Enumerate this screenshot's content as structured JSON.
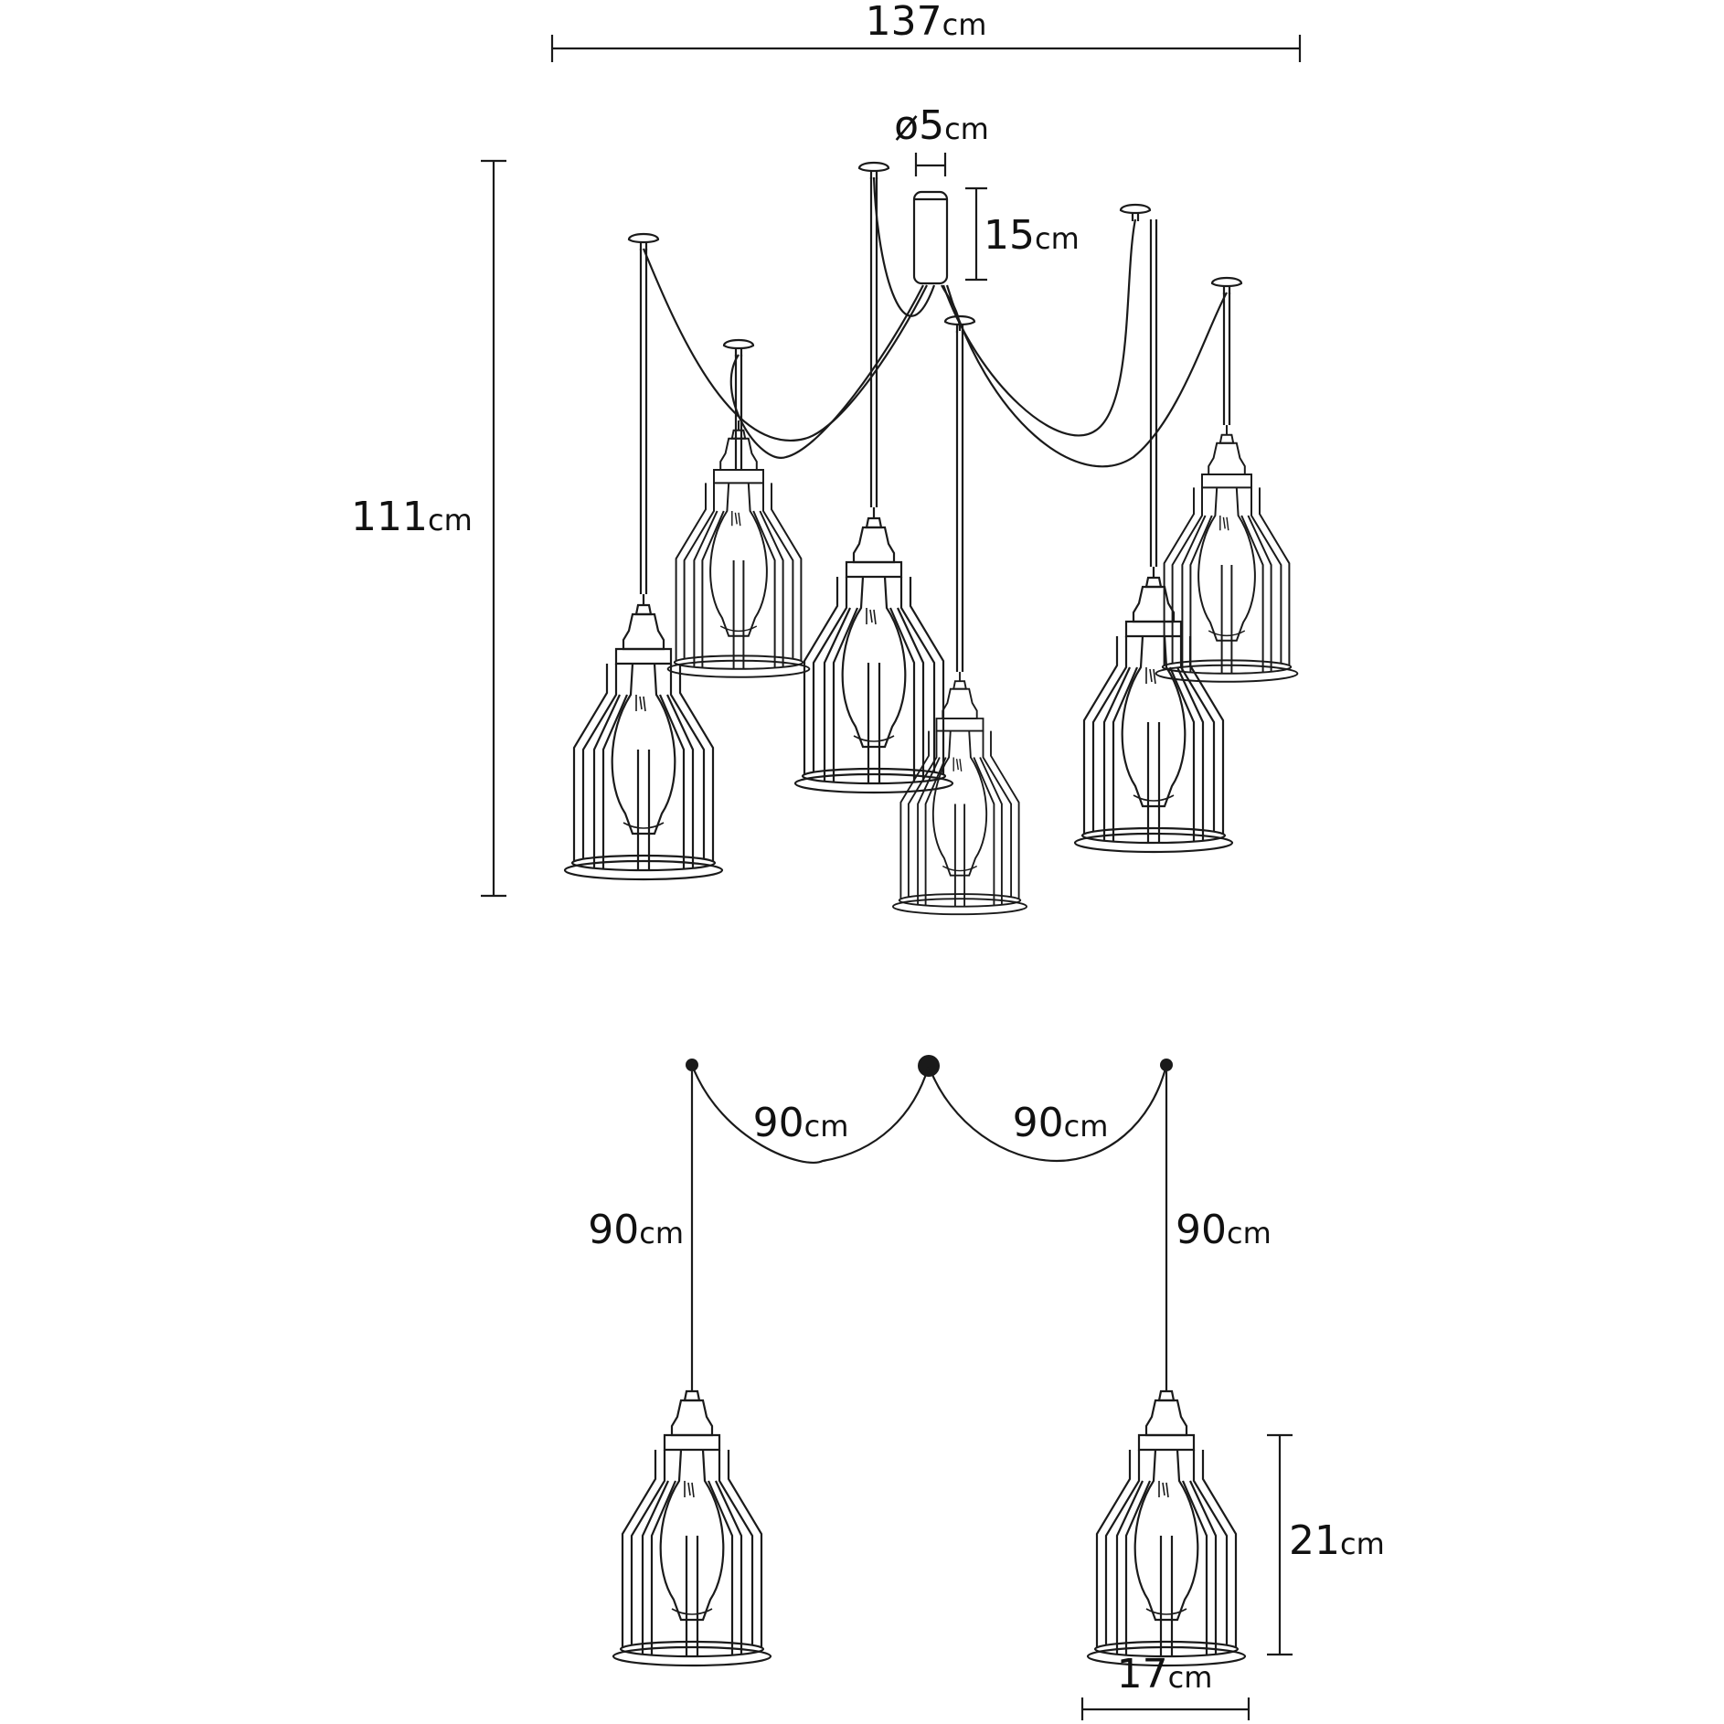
{
  "dimensions": {
    "total_width": {
      "value": "137",
      "unit": "cm"
    },
    "canopy_diameter": {
      "value": "ø5",
      "unit": "cm"
    },
    "canopy_height": {
      "value": "15",
      "unit": "cm"
    },
    "total_height": {
      "value": "111",
      "unit": "cm"
    },
    "cable_left_span": {
      "value": "90",
      "unit": "cm"
    },
    "cable_right_span": {
      "value": "90",
      "unit": "cm"
    },
    "cable_left_drop": {
      "value": "90",
      "unit": "cm"
    },
    "cable_right_drop": {
      "value": "90",
      "unit": "cm"
    },
    "shade_height": {
      "value": "21",
      "unit": "cm"
    },
    "shade_width": {
      "value": "17",
      "unit": "cm"
    }
  },
  "colors": {
    "ink": "#1a1a1a",
    "background": "#ffffff"
  }
}
